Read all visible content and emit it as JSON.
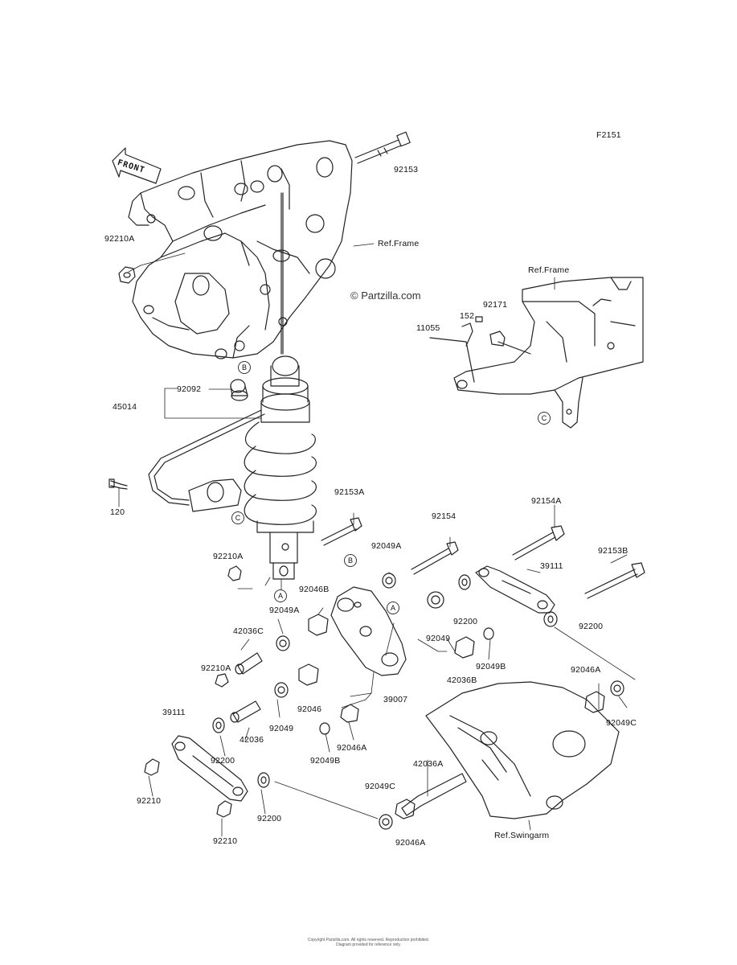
{
  "figure_code": "F2151",
  "watermark": "© Partzilla.com",
  "front_label": "FRONT",
  "refs": {
    "frame_1": "Ref.Frame",
    "frame_2": "Ref.Frame",
    "swingarm": "Ref.Swingarm"
  },
  "markers": {
    "a": "A",
    "b": "B",
    "c": "C"
  },
  "part_labels": {
    "p92153": "92153",
    "p92210A_top": "92210A",
    "p92171": "92171",
    "p152": "152",
    "p11055": "11055",
    "p92092": "92092",
    "p45014": "45014",
    "p120": "120",
    "p92153A": "92153A",
    "p92154": "92154",
    "p92154A": "92154A",
    "p92153B": "92153B",
    "p92049A_top": "92049A",
    "p39111_right": "39111",
    "p92210A_mid": "92210A",
    "p92046B": "92046B",
    "p92049A_mid": "92049A",
    "p42036C": "42036C",
    "p92200_mid": "92200",
    "p92200_right": "92200",
    "p92210A_low": "92210A",
    "p92049_mid": "92049",
    "p92049B_right": "92049B",
    "p42036B": "42036B",
    "p39007": "39007",
    "p92046": "92046",
    "p92046A_right": "92046A",
    "p92049C_right": "92049C",
    "p39111_left": "39111",
    "p42036": "42036",
    "p92049_low": "92049",
    "p92046A_mid": "92046A",
    "p92049B_low": "92049B",
    "p92200_left": "92200",
    "p42036A": "42036A",
    "p92210_left": "92210",
    "p92049C_low": "92049C",
    "p92200_low": "92200",
    "p92046A_low": "92046A",
    "p92210_low": "92210"
  },
  "footer_lines": [
    "Copyright Partzilla.com. All rights reserved. Reproduction prohibited.",
    "Diagram provided for reference only."
  ]
}
